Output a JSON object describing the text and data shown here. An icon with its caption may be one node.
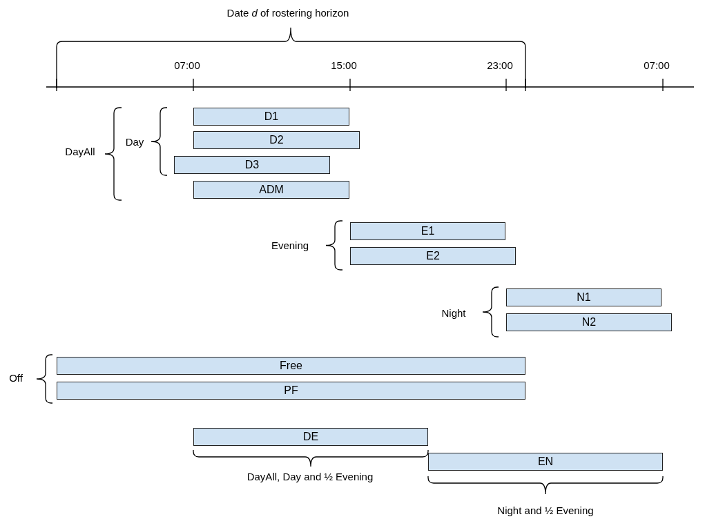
{
  "diagram": {
    "title": "Date *d* of rostering horizon",
    "nodes": [
      {
        "text": [
          "D1"
        ]
      },
      {
        "text": [
          "D2"
        ]
      },
      {
        "text": [
          "D3"
        ]
      },
      {
        "text": [
          "ADM"
        ]
      },
      {
        "text": [
          "E1"
        ]
      },
      {
        "text": [
          "E2"
        ]
      },
      {
        "text": [
          "N1"
        ]
      },
      {
        "text": [
          "N2"
        ]
      },
      {
        "text": [
          "Free"
        ]
      },
      {
        "text": [
          "PF"
        ]
      },
      {
        "text": [
          "DE"
        ]
      },
      {
        "text": [
          "EN"
        ]
      }
    ],
    "labels": [
      "07:00",
      "15:00",
      "23:00",
      "07:00",
      "DayAll",
      "Day",
      "Evening",
      "Night",
      "Off",
      "DayAll, Day and ½ Evening",
      "Night and ½ Evening"
    ]
  }
}
